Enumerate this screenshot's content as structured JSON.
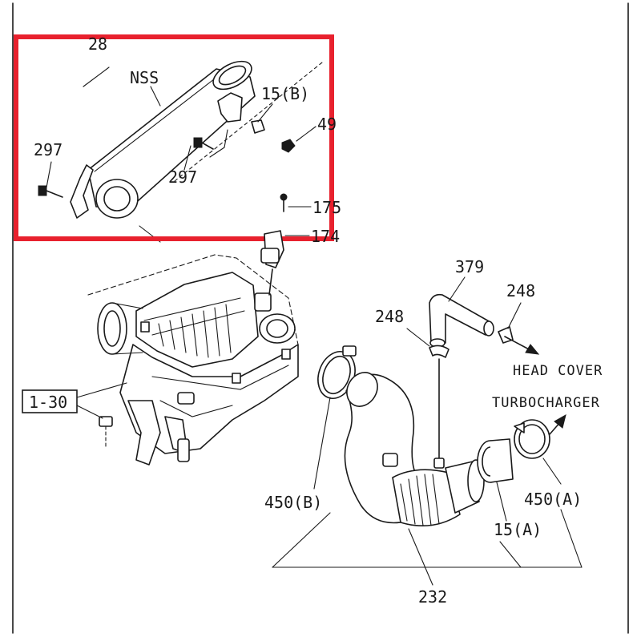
{
  "labels": {
    "top_partial": "28",
    "nss": "NSS",
    "bolt_left": "297",
    "bolt_mid": "297",
    "grommet_top": "15(B)",
    "nut_49": "49",
    "screw_175": "175",
    "clip_174": "174",
    "hose_379": "379",
    "clamp_248_left": "248",
    "clamp_248_right": "248",
    "head_cover": "HEAD COVER",
    "turbocharger": "TURBOCHARGER",
    "ref_box": "1-30",
    "clamp_450b": "450(B)",
    "clamp_450a": "450(A)",
    "grommet_15a": "15(A)",
    "duct_232": "232"
  },
  "colors": {
    "highlight": "#e8212e",
    "line": "#1a1a1a",
    "background": "#ffffff"
  }
}
